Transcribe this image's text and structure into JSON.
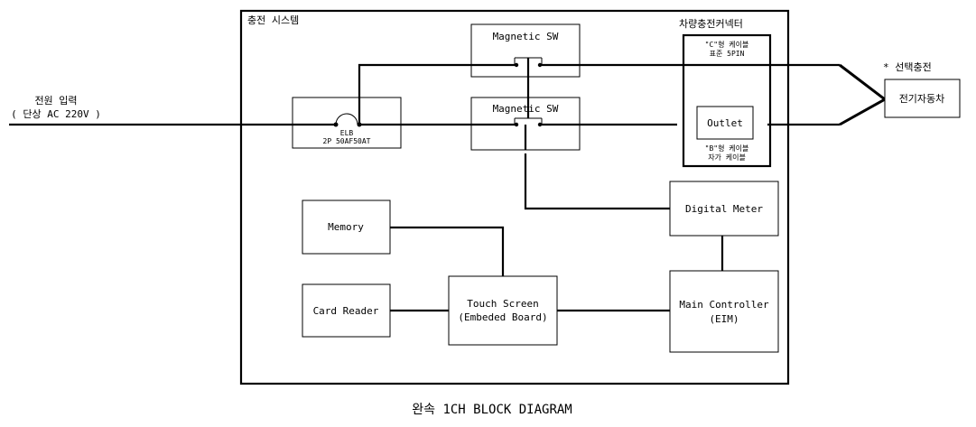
{
  "power_input": {
    "line1": "전원 입력",
    "line2": "( 단상 AC 220V )"
  },
  "system_title": "충전 시스템",
  "connector_title": "차량충전커넥터",
  "selective_charge": "* 선택충전",
  "ev_label": "전기자동차",
  "elb": {
    "line1": "ELB",
    "line2": "2P 50AF50AT"
  },
  "magnetic_sw_top": "Magnetic SW",
  "magnetic_sw_bottom": "Magnetic SW",
  "c_type": {
    "line1": "\"C\"형 케이블",
    "line2": "표준 5PIN"
  },
  "outlet": "Outlet",
  "b_type": {
    "line1": "\"B\"형 케이블",
    "line2": "자가 케이블"
  },
  "digital_meter": "Digital Meter",
  "memory": "Memory",
  "card_reader": "Card Reader",
  "touch_screen": {
    "line1": "Touch Screen",
    "line2": "(Embeded Board)"
  },
  "main_controller": {
    "line1": "Main Controller",
    "line2": "(EIM)"
  },
  "caption": "완속 1CH BLOCK DIAGRAM"
}
